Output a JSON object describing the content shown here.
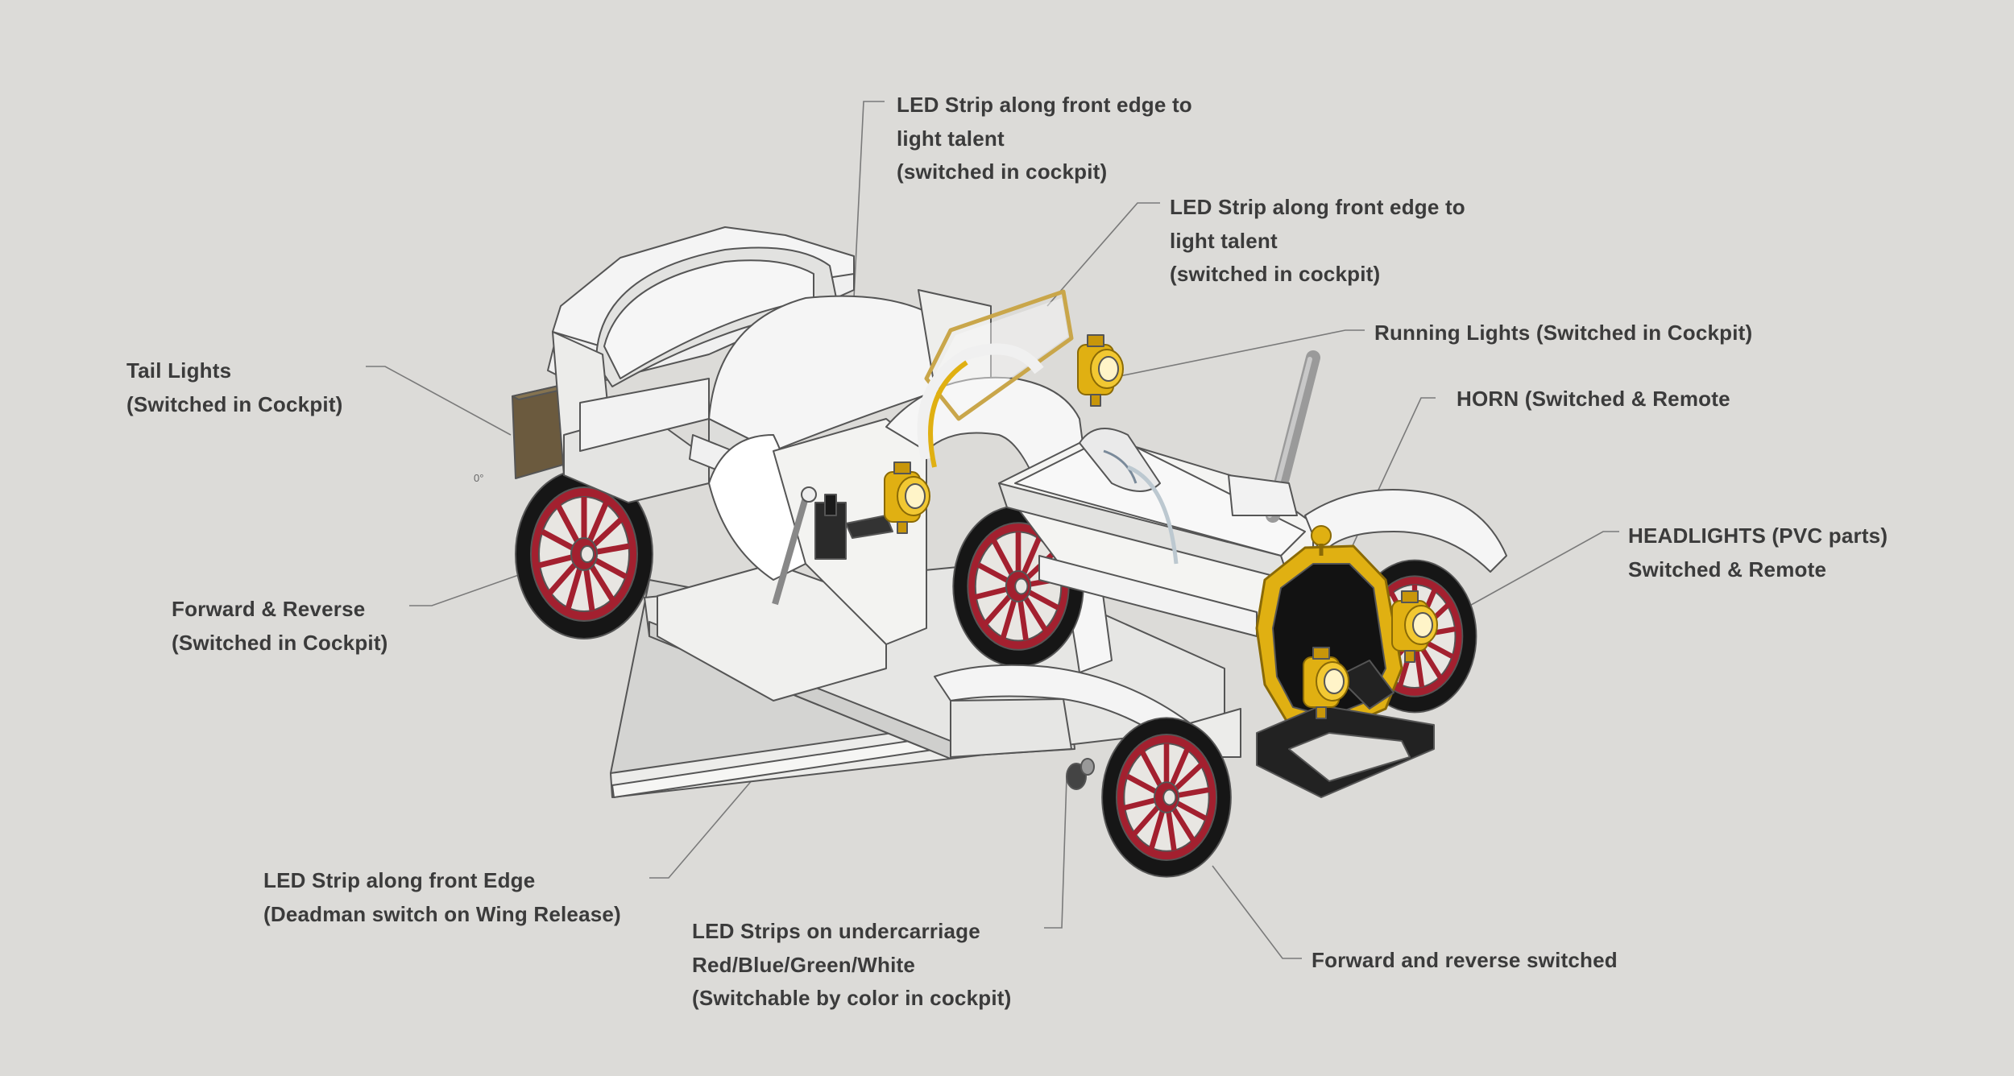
{
  "diagram": {
    "tick_mark": "0°",
    "callouts": [
      {
        "id": "led-strip-front-edge-a",
        "lines": [
          "LED Strip along front edge to",
          "light talent",
          "(switched in cockpit)"
        ]
      },
      {
        "id": "led-strip-front-edge-b",
        "lines": [
          "LED Strip along front edge to",
          "light talent",
          "(switched in cockpit)"
        ]
      },
      {
        "id": "running-lights",
        "lines": [
          "Running Lights (Switched in Cockpit)"
        ]
      },
      {
        "id": "horn",
        "lines": [
          "HORN (Switched & Remote"
        ]
      },
      {
        "id": "headlights",
        "lines": [
          "HEADLIGHTS (PVC parts)",
          "Switched & Remote"
        ]
      },
      {
        "id": "tail-lights",
        "lines": [
          "Tail Lights",
          "(Switched in Cockpit)"
        ]
      },
      {
        "id": "forward-reverse-cockpit",
        "lines": [
          "Forward & Reverse",
          "(Switched in Cockpit)"
        ]
      },
      {
        "id": "led-strip-wing",
        "lines": [
          "LED Strip along front Edge",
          "(Deadman switch on Wing Release)"
        ]
      },
      {
        "id": "led-strips-undercarriage",
        "lines": [
          "LED Strips on undercarriage",
          "Red/Blue/Green/White",
          "(Switchable by color in cockpit)"
        ]
      },
      {
        "id": "forward-reverse-switched",
        "lines": [
          "Forward and reverse switched"
        ]
      }
    ]
  },
  "colors": {
    "background": "#dcdbd8",
    "label_text": "#3b3b3b",
    "leader_line": "#7a7a7a",
    "body_white": "#f2f2f2",
    "wheel_red": "#a3202f",
    "tire_black": "#161616",
    "brass": "#e0b012",
    "wood_crate": "#6b5a3e"
  }
}
